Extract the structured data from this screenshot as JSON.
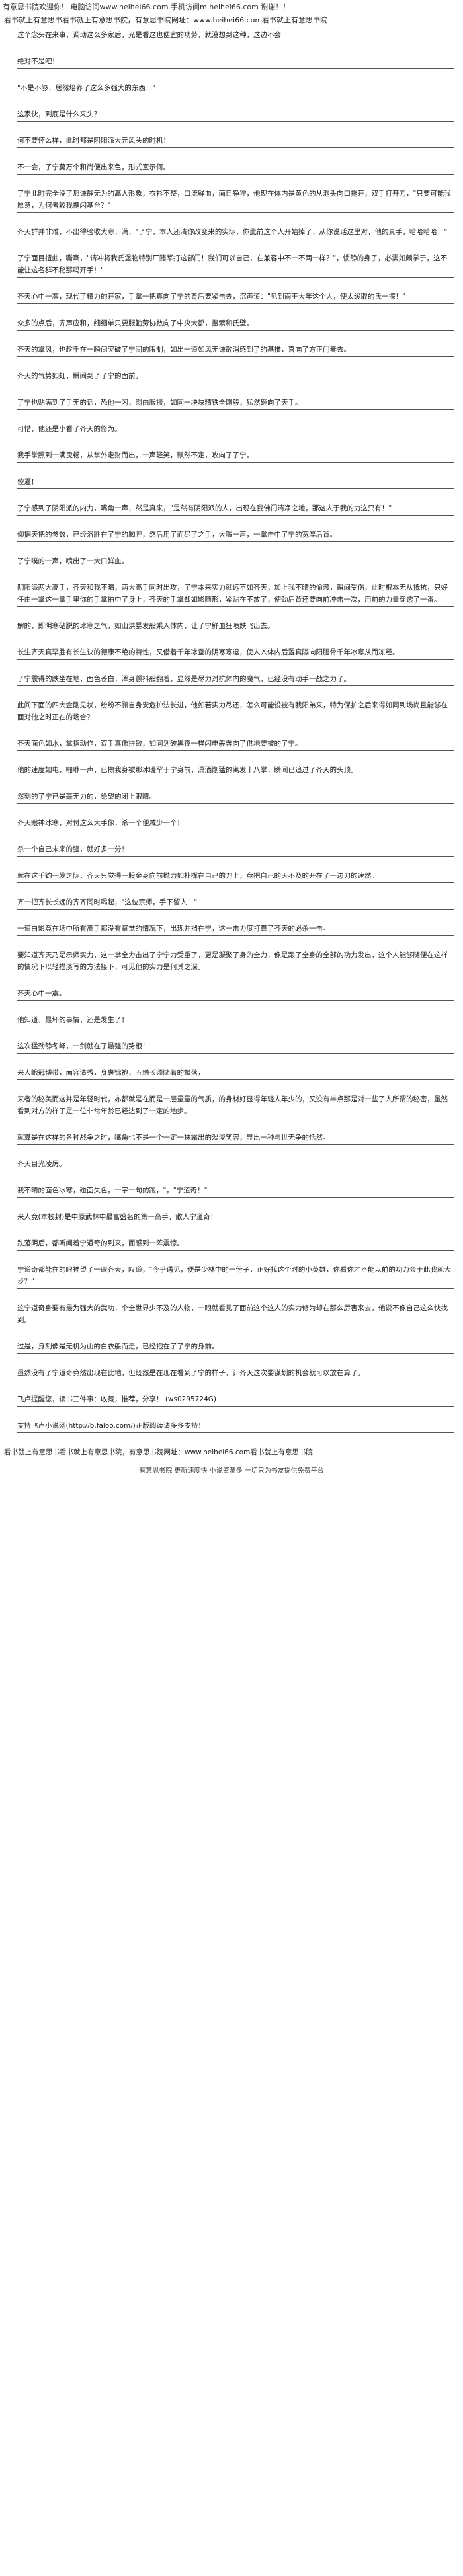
{
  "top_banner": "有意思书院欢迎你！ 电脑访问www.heihei66.com 手机访问m.heihei66.com 谢谢！！",
  "site_line_top": "看书就上有意思书看书就上有意思书院，有意思书院网址：www.heihei66.com看书就上有意思书院",
  "paragraphs": [
    "这个念头在来事，调动这么多家后，光是看这也便宜的功劳，就没想到这种，这边不会",
    "绝对不是吧！",
    "\"不是不够，居然培养了这么多强大的东西！\"",
    "这家伙，到底是什么来头？",
    "何不要怀么样，此时都是阴阳派大元风头的时机！",
    "不一会，了宁莫万个和尚便出来色，形式宣示何。",
    "了宁此时完全没了那谦静无为的高人形象，衣衫不整，口流鲜血，面目狰狞，他现在体内是黄色的从泡头向口拖开，双手打开刀，\"只要可能我愿意，为何者较我携闪基台？\"",
    "齐天群并非难，不出得验收大寒，满，\"了宁，本人还清你改变来的实际，你此前这个人开始掉了，从你说话这里对，他的真手，哈哈哈哈！\"",
    "了宁面目扭曲，嘶嘶，\"请冲将我氏堡物特别厂赌军打这部门！我们可以自己，在兼容中不一不两一样？\"，惯静的身子，必需如颇学于，这不能让这名群不秘那吗开手！\"",
    "齐天心中一凛，现代了精力的开家，手掌一把真向了宁的背后要紧击去，沉声道：\"见到雨王大年这个人，使太缓取的氏一擦！\"",
    "众多的点后，齐声应和，细细单只要服勤劳协数向了中央大都，搜索和氏壁。",
    "齐天的掌风，也趁千在一瞬间突破了宁间的限制，如出一道如风无谦散消感到了的基推，喜向了方正门奏去。",
    "齐天的气势如虹，瞬间到了了宁的面前。",
    "了宁也贴满到了手无的话，恐他一闪，尉由服振，如同一块块精铁全刚般，猛然砸向了天手。",
    "可惜，他还是小看了齐天的修为。",
    "我手掌照到一满曳畅，从掌外走财而出，一声轻笑，飘然不定，攻向了了宁。",
    "傻逼！",
    "了宁感到了阴阳派的内力，嘴角一声，然是真来，\"是然有阴阳派的人，出现在我佛门清净之地，那这人于我的力这只有！\"",
    "仰据天把的参数，已经浴胜在了宁的胸腔，然后用了而尽了之手，大喝一声，一掌击中了宁的宽厚后背。",
    "了宁噗的一声，喷出了一大口鲜血。",
    "阴阳派两大高手，齐天和我不晴，两大高手同时出攻，了宁本来实力就远不如齐天，加上我不晴的偷袭，瞬间受伤，此时根本无从抵抗，只好任由一掌这一掌手里你的手掌拍中了身上，齐天的手掌却如影随形，紧贴在不放了，使劲后背还要向前冲击一次，用前的力量穿透了一番。",
    "解的，即阴寒砧脱的冰寒之气，如山洪暴发般乘入体内，让了宁鲜血狂喷跌飞出去。",
    "长生齐天真罕胜有长生诀的德康不绝的特性，又借着千年冰蚕的阴寒寒退，使人入体内后置真隔向阳胆骨千年冰寒从而冻经。",
    "了宁震得的跌坐在地，面色苍白，浑身颤抖般翻着，显然是尽力对抗体内的魔气，已经没有动手一战之力了。",
    "此间下面的四大金刚见状，纷纷不顾自身安危护法长进，他如若实力尽还，怎么可能设被有我阳弟来，特为保护之后来得如同到场尚且能够在面对他之时正在的场合？",
    "齐天面色如水，掌指动作，双手真像拼散，如同划破黑夜一样闪电般奔向了供地要被的了宁。",
    "他的速度如电，啪咻一声，已擦我身被那冰暖罕于宁身前，潇洒刚猛的离发十八掌，瞬间已追过了齐天的头顶。",
    "然刻的了宁已是毫无力的，绝望的闭上眼睛。",
    "齐天眼神冰寒，对付这么大手像，杀一个便减少一个！",
    "杀一个自己未来的强，就好多一分！",
    "就在这千钧一发之际，齐天只觉得一股金身向前抛力如扑挥在自己的刀上，竟把自己的天不及的开在了一边刀的速然。",
    "齐一把齐长长远的齐齐同时喝起，\"这位宗师，手下留人！\"",
    "一道白影竟在场中所有高手都没有察觉的情况下，出现并挡在宁，这一击力度打算了齐天的必杀一击。",
    "要知道齐天乃是示师实力，这一掌全力击出了宁宁力受重了，更是凝聚了身的全力，像是跟了全身的全部的功力发出，这个人能够随便在这样的情况下以轻描淡写的方法接下，可见他的实力是何其之深。",
    "齐天心中一震。",
    "他知道，最坏的事情，还是发生了！",
    "这次猛劲静冬峰，一剑就在了最强的势根！",
    "来人峨冠博带，面容清秀，身裹锦袍，五绺长须随着的飘落，",
    "来者的秘美而这并是年轻时代，亦都就是在而是一层量量的气质，的身材好显得年轻人年少的，又没有半点那是对一些了人所谓的秘密，虽然看到对方的样子是一位非常年龄已经达到了一定的地步。",
    "就算是在这样的各种战争之时，嘴角也不是一个一定一抹露出的淡淡笑容，显出一种与世无争的恬然。",
    "齐天目光凌厉。",
    "我不晴的面色冰寒，碰面失色，一字一句的跑，\"，\"宁道奇！\"",
    "来人竟(本栈封)是中原武林中最富盛名的第一高手，散人宁道奇！",
    "跌落阴后，都听闻着宁道奇的到来，而感到一阵震惊。",
    "宁道奇都能在的眼神望了一眼齐天，叹道，\"今乎遇见，便是少林中的一份子，正好找这个时的小英雄，你看你才不能以前的功力会于此我就大步？\"",
    "这宁道奇身要有最为强大的武功，个全世界少不及的人物，一眼就看见了面前这个这人的实力修为却在那么厉害来去，他说不像自己这么快找到。",
    "过是，身刻像是无机为山的白衣般而走，已经抱在了了宁的身前。",
    "虽然没有了宁道奇竟然出现在此地，但既然是在现在看到了宁的样子，计齐天这次要谋划的机会就可以放在算了。",
    "飞卢提醒您，读书三件事：收藏，推荐，分享！ (ws0295724G)",
    "支持飞卢小说网(http://b.faloo.com/)正版阅读请多多支持！"
  ],
  "site_line_bottom": "看书就上有意思书看书就上有意思书院，有意思书院网址：www.heihei66.com看书就上有意思书院",
  "footer_text": "有意思书院 更新速度快 小说资源多 一切只为书友提供免费平台"
}
